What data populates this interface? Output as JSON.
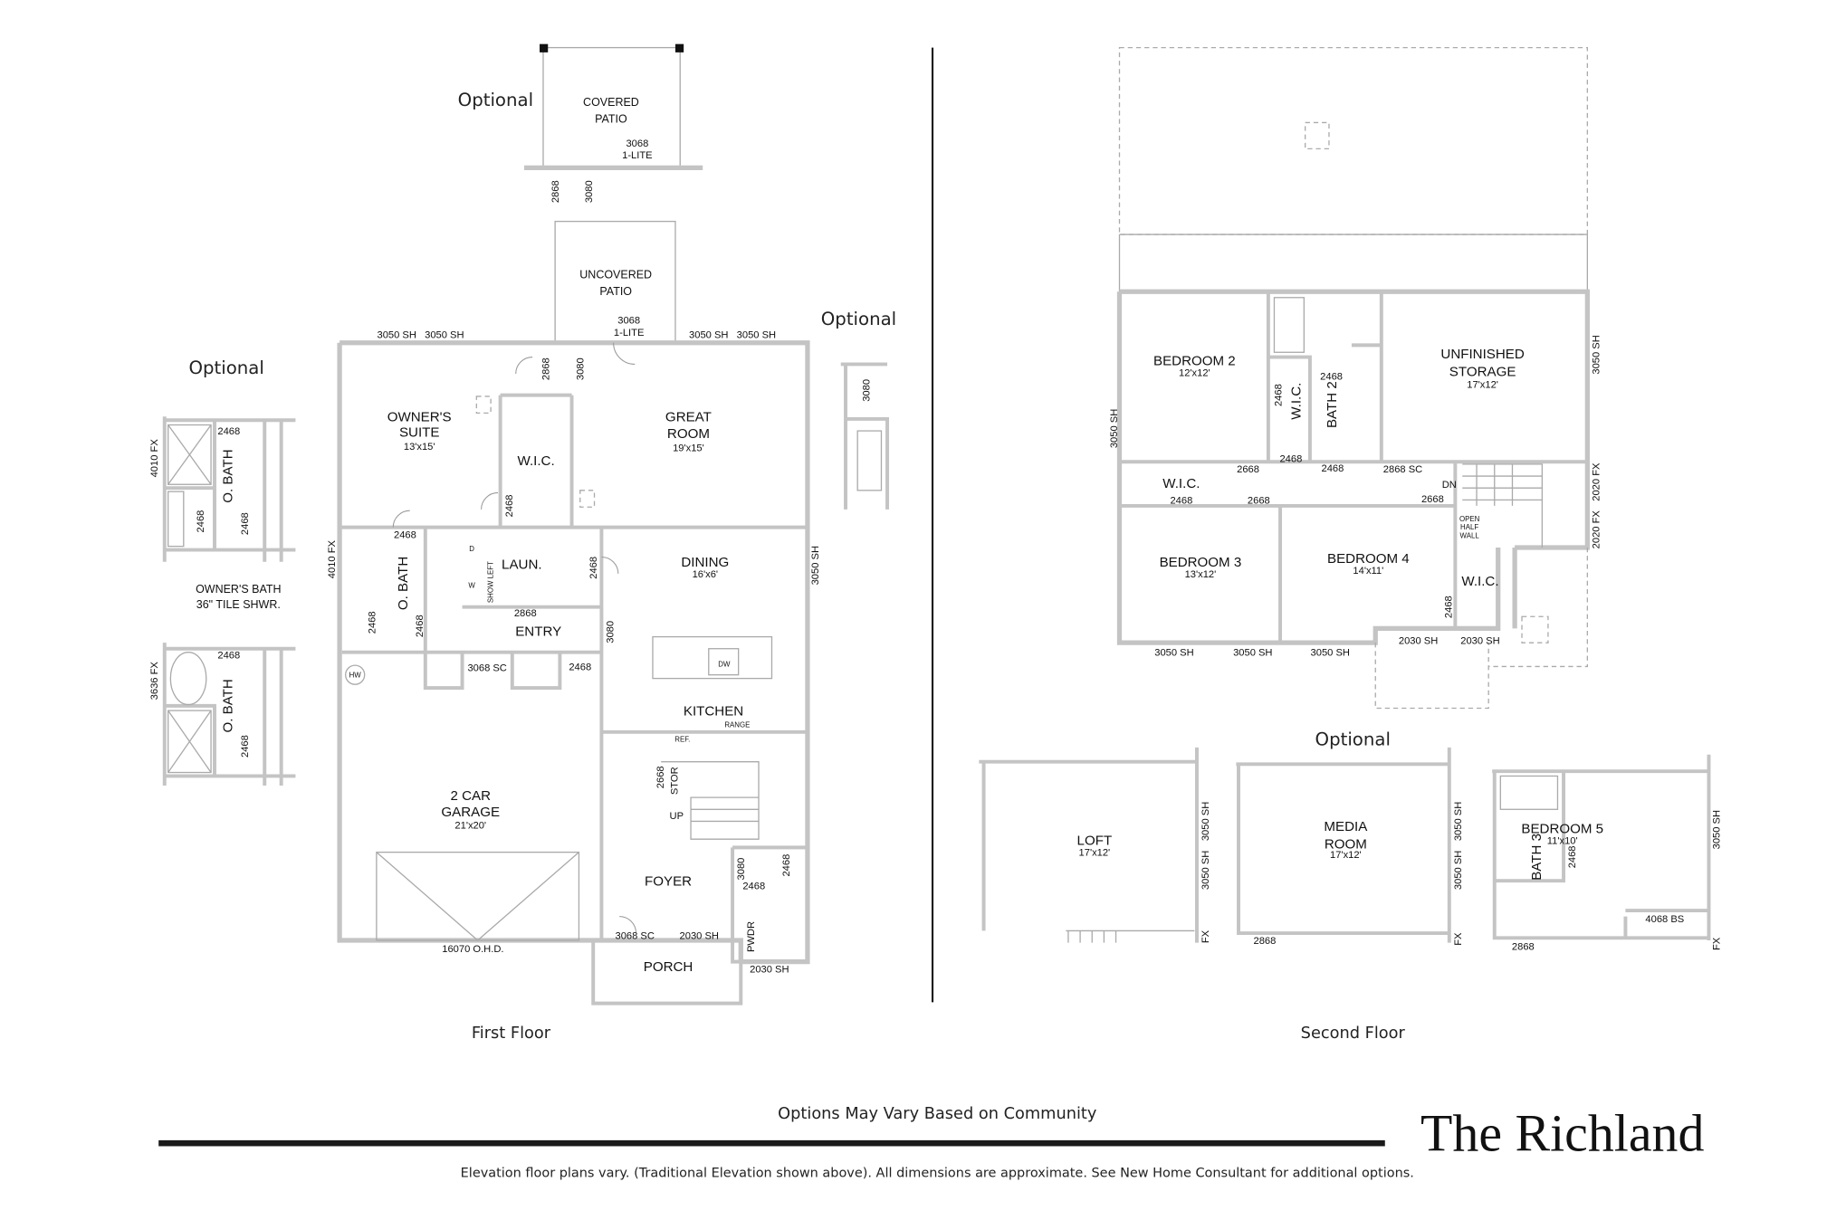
{
  "title": "The Richland",
  "notice": "Options May Vary Based on Community",
  "disclaimer": "Elevation floor plans vary. (Traditional Elevation shown above). All dimensions are approximate. See New Home Consultant for additional options.",
  "first_floor": {
    "caption": "First Floor",
    "optional_patio": {
      "label": "Optional",
      "room": [
        "COVERED",
        "PATIO"
      ],
      "door": [
        "3068",
        "1-LITE"
      ],
      "dims": [
        "2868",
        "3080"
      ]
    },
    "uncovered_patio": [
      "UNCOVERED",
      "PATIO"
    ],
    "patio_door": [
      "3068",
      "1-LITE"
    ],
    "top_windows": [
      "3050 SH",
      "3050 SH",
      "3050 SH",
      "3050 SH"
    ],
    "optional_right": {
      "label": "Optional",
      "dim": "3080"
    },
    "owners_suite": {
      "name": [
        "OWNER'S",
        "SUITE"
      ],
      "size": "13'x15'"
    },
    "wic": "W.I.C.",
    "great_room": {
      "name": [
        "GREAT",
        "ROOM"
      ],
      "size": "19'x15'"
    },
    "dining": {
      "name": "DINING",
      "size": "16'x6'"
    },
    "laundry": {
      "name": "LAUN.",
      "washer": "W",
      "dryer": "D",
      "note": "SHOW LEFT"
    },
    "o_bath": "O. BATH",
    "entry": "ENTRY",
    "kitchen": {
      "name": "KITCHEN",
      "range": "RANGE",
      "ref": "REF.",
      "dw": "DW"
    },
    "stor": "STOR",
    "up": "UP",
    "hw": "HW",
    "garage": {
      "name": [
        "2 CAR",
        "GARAGE"
      ],
      "size": "21'x20'",
      "door": "16070 O.H.D."
    },
    "foyer": "FOYER",
    "pwdr": "PWDR",
    "porch": "PORCH",
    "dims": [
      "2868",
      "3080",
      "2468",
      "2468",
      "2468",
      "3050 SH",
      "4010 FX",
      "2868",
      "3080",
      "2468",
      "2468",
      "3068 SC",
      "2468",
      "2668",
      "3080",
      "2468",
      "2468",
      "3068 SC",
      "2030 SH",
      "2030 SH"
    ]
  },
  "owners_bath_options": {
    "label": "Optional",
    "option_a": {
      "dims": [
        "2468",
        "4010 FX",
        "2468",
        "2468"
      ],
      "room": "O. BATH",
      "caption": [
        "OWNER'S BATH",
        "36\" TILE SHWR."
      ]
    },
    "option_b": {
      "dims": [
        "2468",
        "3636 FX",
        "2468"
      ],
      "room": "O. BATH"
    }
  },
  "second_floor": {
    "caption": "Second Floor",
    "bedroom_2": {
      "name": "BEDROOM 2",
      "size": "12'x12'"
    },
    "bedroom_3": {
      "name": "BEDROOM 3",
      "size": "13'x12'"
    },
    "bedroom_4": {
      "name": "BEDROOM 4",
      "size": "14'x11'"
    },
    "storage": {
      "name": [
        "UNFINISHED",
        "STORAGE"
      ],
      "size": "17'x12'"
    },
    "bath_2": "BATH 2",
    "wic": [
      "W.I.C.",
      "W.I.C.",
      "W.I.C."
    ],
    "dn": "DN",
    "half_wall": [
      "OPEN",
      "HALF",
      "WALL"
    ],
    "dims": [
      "3050 SH",
      "2468",
      "2468",
      "2468",
      "2668",
      "2468",
      "2868 SC",
      "2468",
      "2668",
      "2668",
      "3050 SH",
      "2020 FX",
      "2020 FX",
      "2468",
      "3050 SH",
      "3050 SH",
      "3050 SH",
      "2030 SH",
      "2030 SH"
    ],
    "optional_label": "Optional",
    "loft": {
      "name": "LOFT",
      "size": "17'x12'",
      "dims": [
        "3050 SH",
        "3050 SH",
        "FX"
      ]
    },
    "media_room": {
      "name": [
        "MEDIA",
        "ROOM"
      ],
      "size": "17'x12'",
      "dims": [
        "3050 SH",
        "3050 SH",
        "FX",
        "2868"
      ]
    },
    "bedroom_5": {
      "name": "BEDROOM 5",
      "size": "11'x10'",
      "bath": "BATH 3",
      "dims": [
        "2468",
        "3050 SH",
        "4068 BS",
        "2868",
        "FX"
      ]
    }
  }
}
